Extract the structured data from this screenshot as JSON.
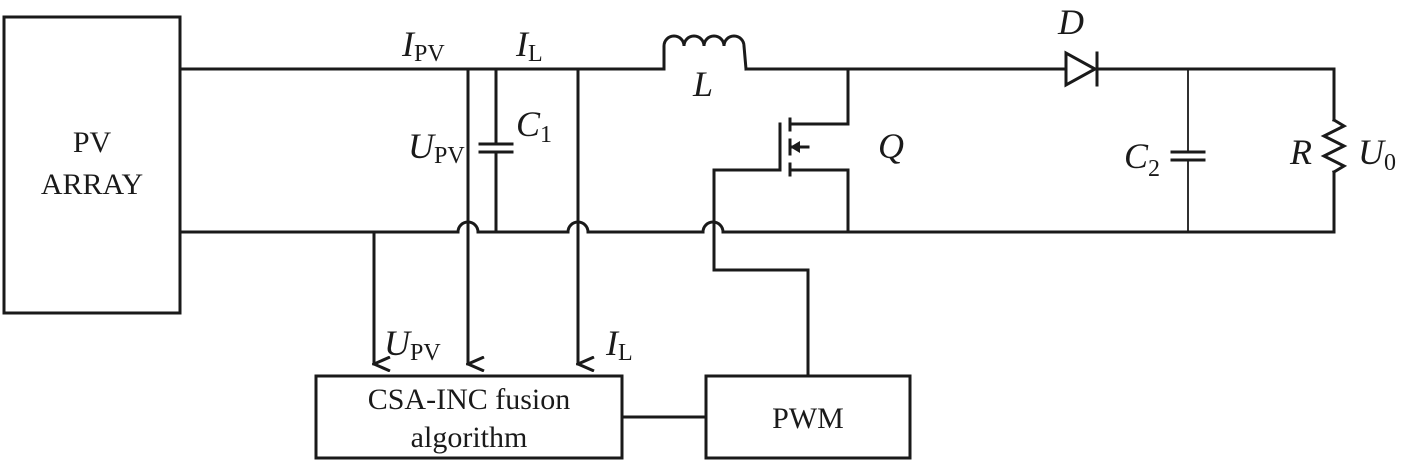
{
  "blocks": {
    "pv_array": [
      "PV",
      "ARRAY"
    ],
    "algorithm": [
      "CSA-INC fusion",
      "algorithm"
    ],
    "pwm": "PWM"
  },
  "components": {
    "inductor": "L",
    "diode": "D",
    "switch": "Q",
    "resistor": "R",
    "input_capacitor": {
      "main": "C",
      "sub": "1"
    },
    "output_capacitor": {
      "main": "C",
      "sub": "2"
    }
  },
  "signals": {
    "pv_current": {
      "main": "I",
      "sub": "PV"
    },
    "inductor_current": {
      "main": "I",
      "sub": "L"
    },
    "pv_voltage": {
      "main": "U",
      "sub": "PV"
    },
    "output_voltage": {
      "main": "U",
      "sub": "0"
    },
    "feedback_voltage": {
      "main": "U",
      "sub": "PV"
    },
    "feedback_current": {
      "main": "I",
      "sub": "L"
    }
  }
}
